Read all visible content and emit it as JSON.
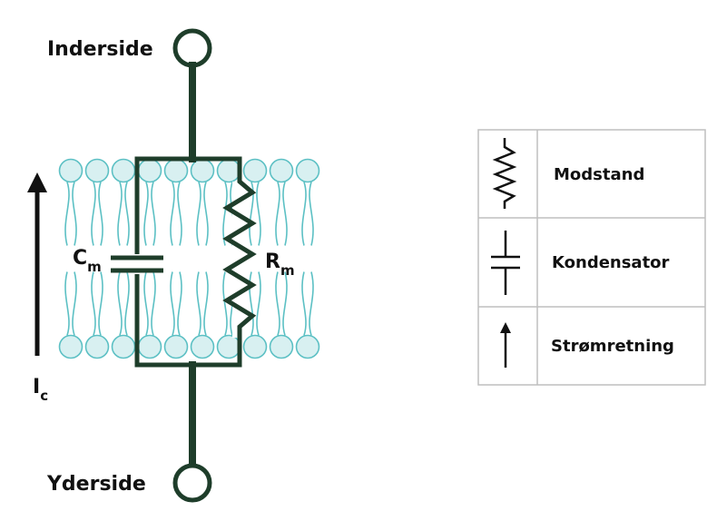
{
  "terminals": {
    "inside": "Inderside",
    "outside": "Yderside"
  },
  "components": {
    "capacitor": {
      "symbol": "C",
      "subscript": "m"
    },
    "resistor": {
      "symbol": "R",
      "subscript": "m"
    },
    "current": {
      "symbol": "I",
      "subscript": "c"
    }
  },
  "legend": {
    "rows": [
      {
        "icon": "resistor-icon",
        "label": "Modstand"
      },
      {
        "icon": "capacitor-icon",
        "label": "Kondensator"
      },
      {
        "icon": "current-arrow-icon",
        "label": "Strømretning"
      }
    ]
  },
  "colors": {
    "wire": "#1e3d2a",
    "membrane": "#5cc0c4",
    "membrane_fill": "#d8f0f1",
    "text": "#111111",
    "legend_border": "#bfbfbf"
  }
}
